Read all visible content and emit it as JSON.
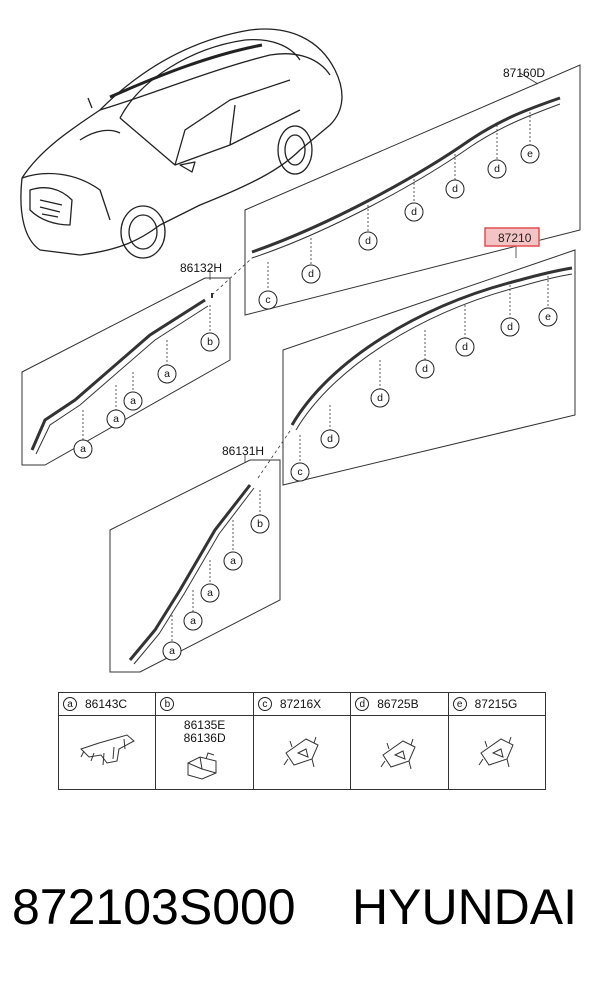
{
  "diagram": {
    "part_labels": {
      "top_right": "87160D",
      "highlighted": "87210",
      "left_upper": "86132H",
      "left_lower": "86131H"
    },
    "highlight_color": "#e05050",
    "highlight_fill": "#f4c4c4",
    "callout_letters": [
      "a",
      "b",
      "c",
      "d",
      "e"
    ]
  },
  "legend": {
    "cells": [
      {
        "key": "a",
        "part": "86143C",
        "sub": []
      },
      {
        "key": "b",
        "part": "",
        "sub": [
          "86135E",
          "86136D"
        ]
      },
      {
        "key": "c",
        "part": "87216X",
        "sub": []
      },
      {
        "key": "d",
        "part": "86725B",
        "sub": []
      },
      {
        "key": "e",
        "part": "87215G",
        "sub": []
      }
    ]
  },
  "footer": {
    "part_number": "872103S000",
    "brand": "HYUNDAI"
  }
}
